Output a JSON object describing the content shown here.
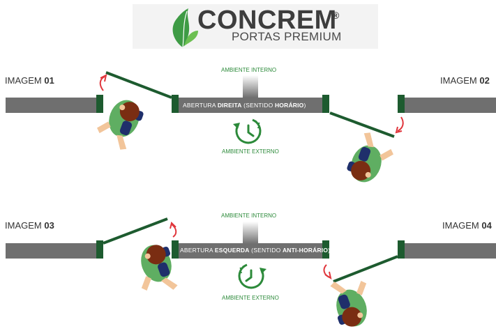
{
  "logo": {
    "brand": "CONCREM",
    "registered": "®",
    "tagline": "PORTAS PREMIUM"
  },
  "scenes": [
    {
      "label_prefix": "IMAGEM",
      "label_num": "01"
    },
    {
      "label_prefix": "IMAGEM",
      "label_num": "02"
    },
    {
      "label_prefix": "IMAGEM",
      "label_num": "03"
    },
    {
      "label_prefix": "IMAGEM",
      "label_num": "04"
    }
  ],
  "top": {
    "interior": "AMBIENTE INTERNO",
    "exterior": "AMBIENTE EXTERNO",
    "caption_a": "ABERTURA ",
    "caption_b": "DIREITA",
    "caption_c": " (SENTIDO ",
    "caption_d": "HORÁRIO",
    "caption_e": ")",
    "icon": "clockwise-clock-icon"
  },
  "bottom": {
    "interior": "AMBIENTE INTERNO",
    "exterior": "AMBIENTE EXTERNO",
    "caption_a": "ABERTURA ",
    "caption_b": "ESQUERDA",
    "caption_c": " (SENTIDO ",
    "caption_d": "ANTI-HORÁRIO",
    "caption_e": ")",
    "icon": "counterclockwise-clock-icon"
  },
  "colors": {
    "wall": "#6f6f6f",
    "door": "#1d5b2f",
    "accent": "#2c8a3a",
    "arrow": "#e0363c",
    "shirt": "#5fae62",
    "skin": "#f2c59a",
    "hair": "#7a2d12",
    "pants": "#1f2f6b"
  }
}
